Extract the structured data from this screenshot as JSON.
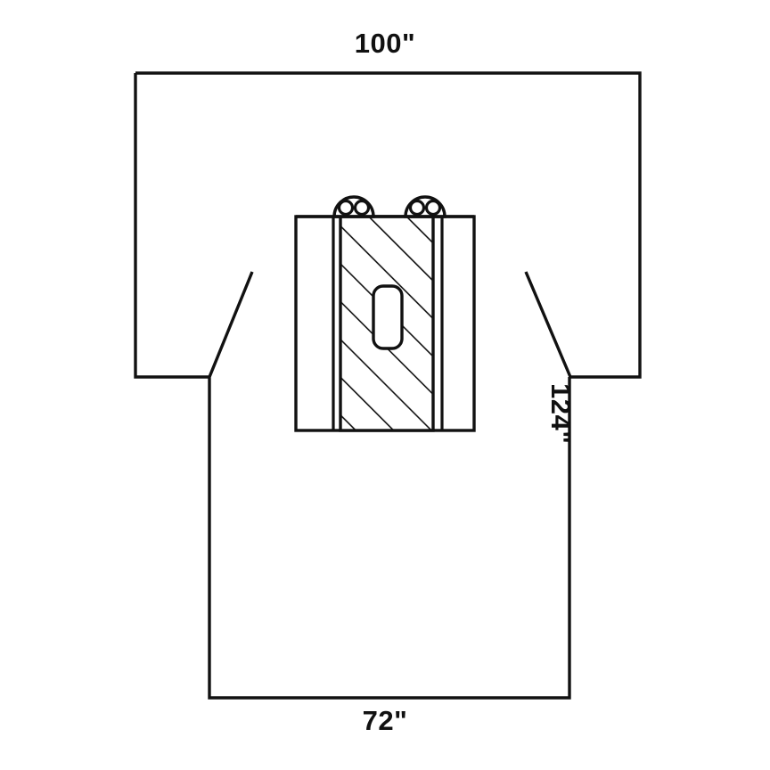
{
  "diagram": {
    "name": "surgical-drape-gown-dimensions",
    "type": "technical-line-drawing",
    "background_color": "#ffffff",
    "stroke_color": "#111111",
    "fill_color": "#ffffff",
    "dimensions": {
      "top_width": "100\"",
      "side_height": "124\"",
      "bottom_width": "72\""
    },
    "features": {
      "center_panel_label": "reinforced-center-panel",
      "hatched_band_label": "hatched-reinforcement-band",
      "fenestration_label": "fenestration-opening",
      "tab_left_label": "left-tab",
      "tab_right_label": "right-tab",
      "tab_hole_count": 2
    }
  }
}
